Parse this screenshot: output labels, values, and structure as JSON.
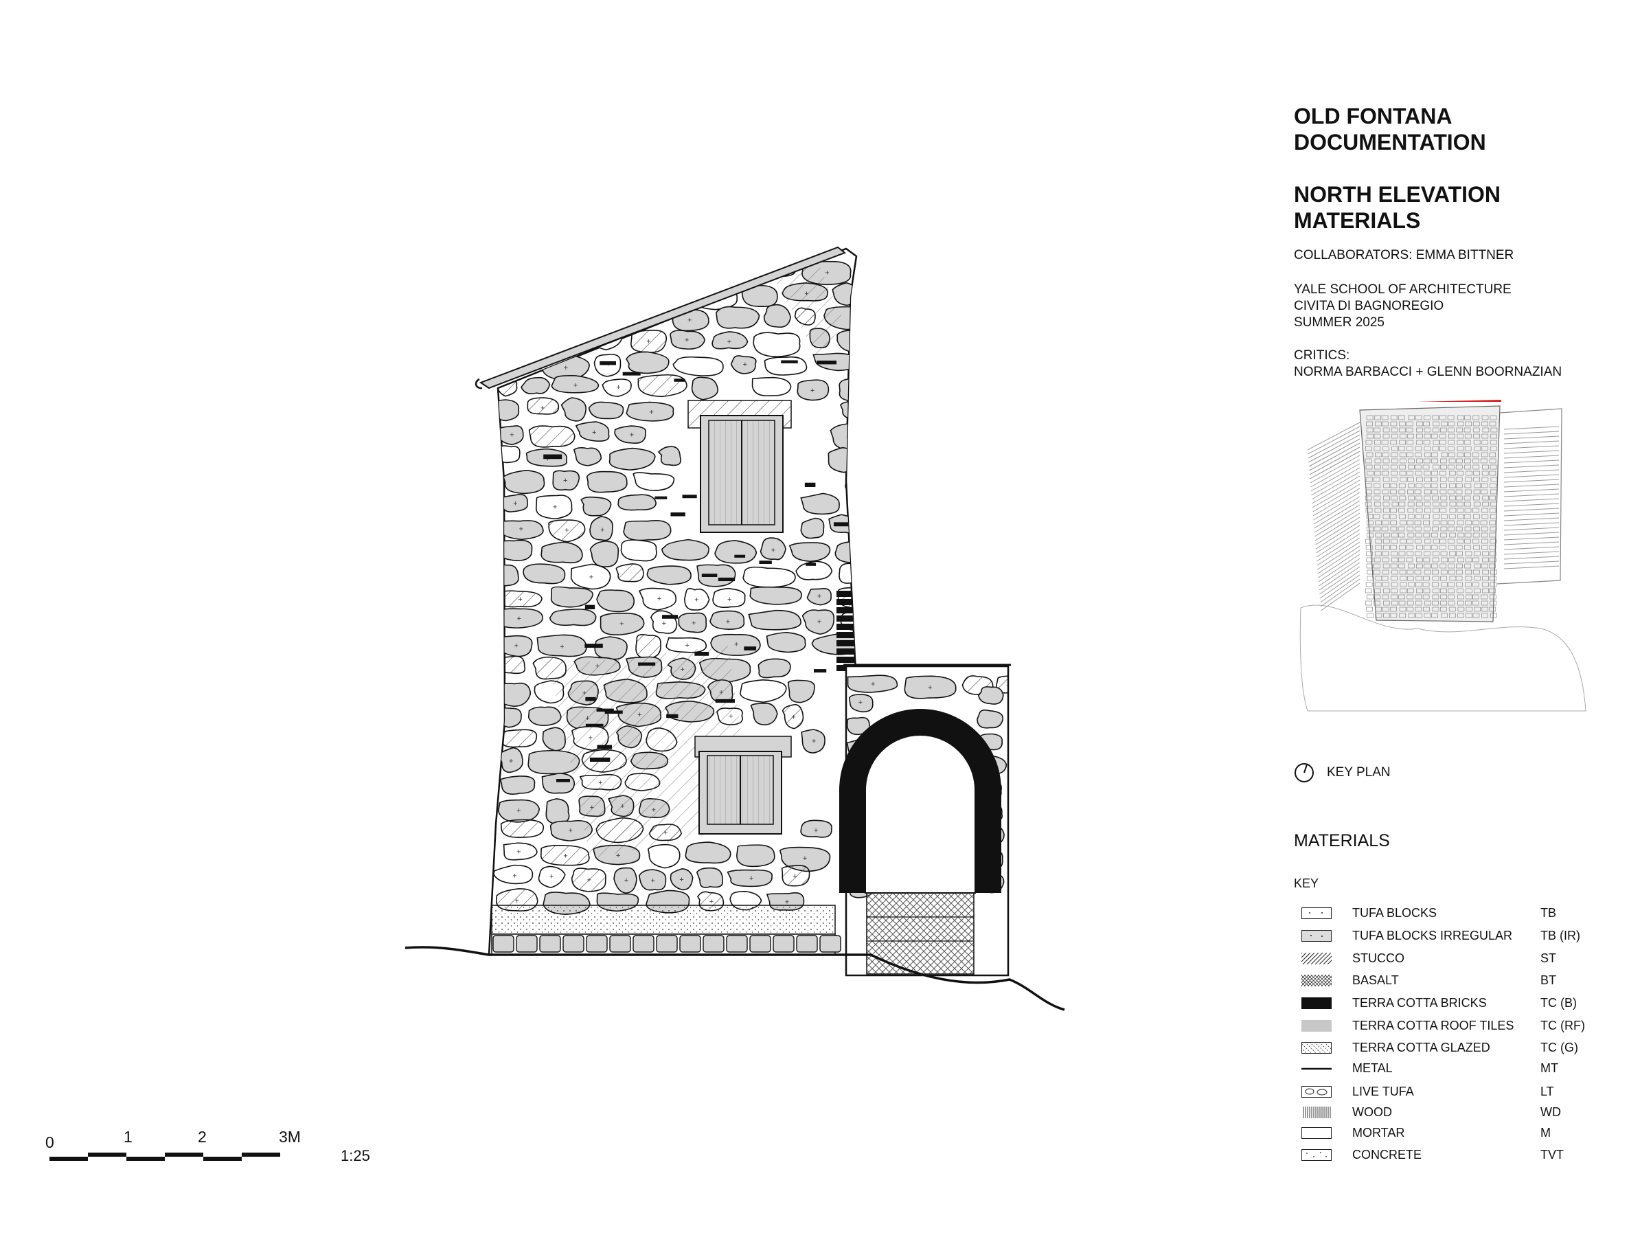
{
  "header": {
    "project_title_1": "OLD FONTANA",
    "project_title_2": "DOCUMENTATION",
    "sheet_title_1": "NORTH ELEVATION",
    "sheet_title_2": "MATERIALS",
    "collaborators": "COLLABORATORS: EMMA BITTNER",
    "school": "YALE SCHOOL OF ARCHITECTURE",
    "place": "CIVITA DI BAGNOREGIO",
    "term": "SUMMER 2025",
    "critics_label": "CRITICS:",
    "critics": "NORMA BARBACCI + GLENN BOORNAZIAN"
  },
  "key_plan": {
    "label": "KEY PLAN",
    "highlight_color": "#d42020",
    "icon": "north-arrow-icon"
  },
  "materials": {
    "heading": "MATERIALS",
    "key_label": "KEY",
    "items": [
      {
        "name": "TUFA BLOCKS",
        "code": "TB",
        "pattern": "dots-sparse"
      },
      {
        "name": "TUFA BLOCKS IRREGULAR",
        "code": "TB (IR)",
        "pattern": "dots-grey"
      },
      {
        "name": "STUCCO",
        "code": "ST",
        "pattern": "hatch"
      },
      {
        "name": "BASALT",
        "code": "BT",
        "pattern": "crosshatch"
      },
      {
        "name": "TERRA COTTA BRICKS",
        "code": "TC (B)",
        "pattern": "solid-black"
      },
      {
        "name": "TERRA COTTA ROOF TILES",
        "code": "TC (RF)",
        "pattern": "solid-grey"
      },
      {
        "name": "TERRA COTTA GLAZED",
        "code": "TC (G)",
        "pattern": "diag-dots"
      },
      {
        "name": "METAL",
        "code": "MT",
        "pattern": "line"
      },
      {
        "name": "LIVE TUFA",
        "code": "LT",
        "pattern": "stones"
      },
      {
        "name": "WOOD",
        "code": "WD",
        "pattern": "vertical"
      },
      {
        "name": "MORTAR",
        "code": "M",
        "pattern": "empty"
      },
      {
        "name": "CONCRETE",
        "code": "TVT",
        "pattern": "concrete"
      }
    ]
  },
  "scale_bar": {
    "labels": [
      "0",
      "1",
      "2",
      "3M"
    ],
    "ratio": "1:25"
  },
  "colors": {
    "stone_fill": "#d4d4d4",
    "ink": "#111111"
  }
}
